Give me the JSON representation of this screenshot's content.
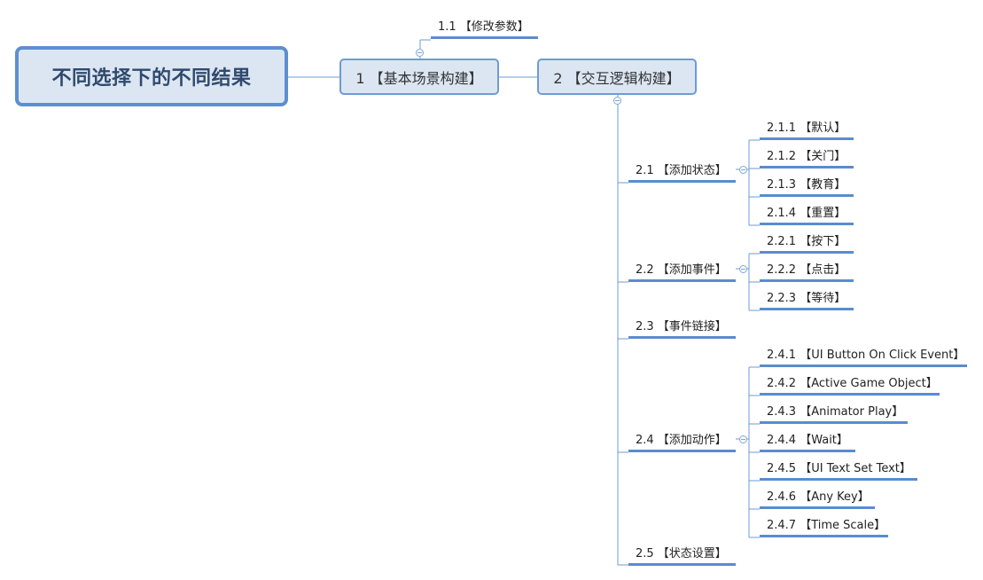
{
  "root": "不同选择下的不同结果",
  "node1": {
    "label": "1 【基本场景构建】",
    "children": [
      "1.1 【修改参数】"
    ]
  },
  "node2": {
    "label": "2 【交互逻辑构建】",
    "children": [
      {
        "label": "2.1 【添加状态】",
        "children": [
          "2.1.1 【默认】",
          "2.1.2 【关门】",
          "2.1.3 【教育】",
          "2.1.4 【重置】"
        ]
      },
      {
        "label": "2.2 【添加事件】",
        "children": [
          "2.2.1 【按下】",
          "2.2.2 【点击】",
          "2.2.3 【等待】"
        ]
      },
      {
        "label": "2.3 【事件链接】",
        "children": []
      },
      {
        "label": "2.4 【添加动作】",
        "children": [
          "2.4.1 【UI Button On Click Event】",
          "2.4.2 【Active Game Object】",
          "2.4.3 【Animator Play】",
          "2.4.4 【Wait】",
          "2.4.5 【UI Text Set Text】",
          "2.4.6 【Any Key】",
          "2.4.7 【Time Scale】"
        ]
      },
      {
        "label": "2.5 【状态设置】",
        "children": []
      }
    ]
  },
  "colors": {
    "line": "#6f9bd3",
    "underline": "#5a8ccf",
    "fill": "#dce6f3",
    "root_text": "#2f4a6d"
  }
}
